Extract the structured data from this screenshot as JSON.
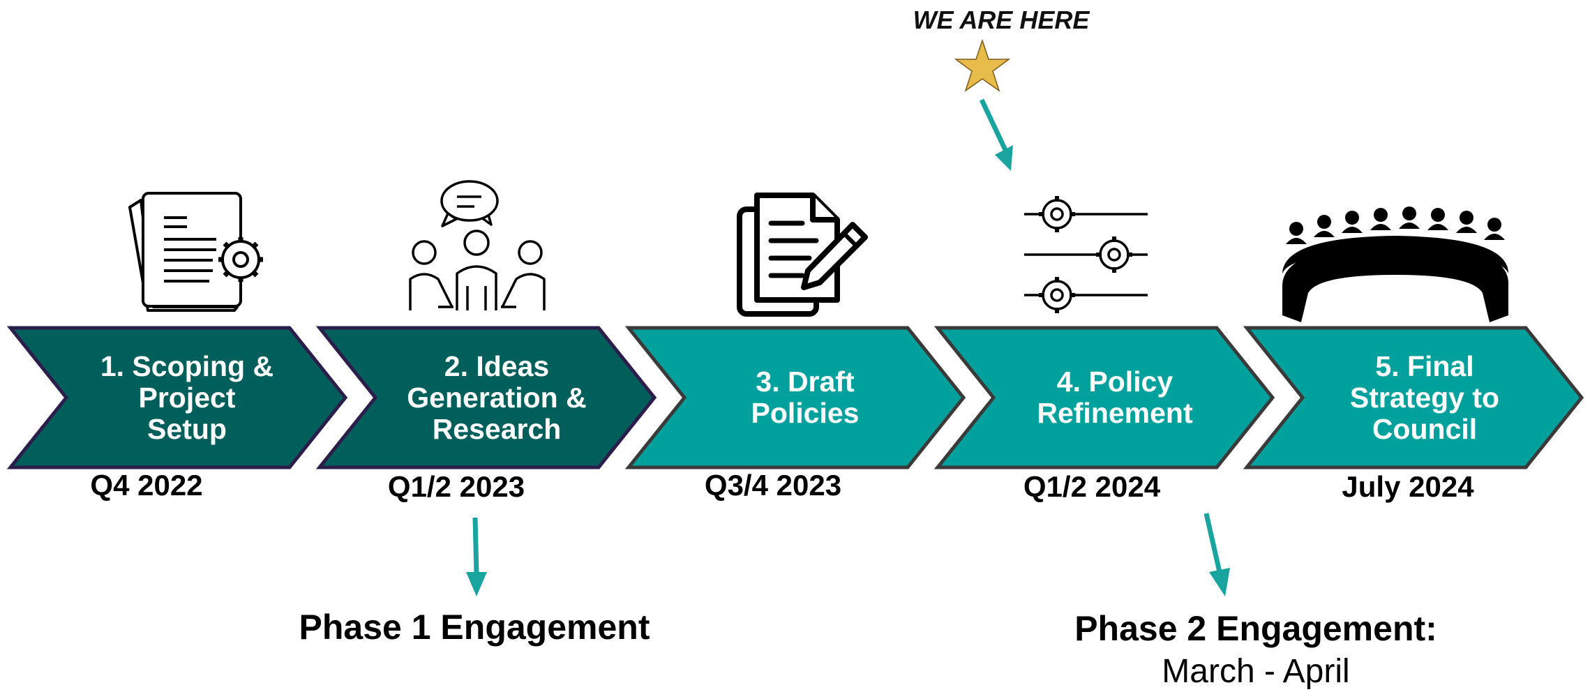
{
  "marker": {
    "label": "WE ARE HERE",
    "star_color": "#E8BC4A"
  },
  "colors": {
    "dark_teal": "#005F5A",
    "teal": "#00A19C",
    "border": "#3A3A3A",
    "dark_border": "#2B1E4A",
    "arrow": "#1AA4A0"
  },
  "steps": [
    {
      "label": "1. Scoping &\nProject\nSetup",
      "date": "Q4 2022",
      "icon": "document-gear-icon",
      "status": "complete"
    },
    {
      "label": "2. Ideas\nGeneration &\nResearch",
      "date": "Q1/2 2023",
      "icon": "discussion-group-icon",
      "status": "complete"
    },
    {
      "label": "3. Draft\nPolicies",
      "date": "Q3/4 2023",
      "icon": "document-pen-icon",
      "status": "upcoming"
    },
    {
      "label": "4. Policy\nRefinement",
      "date": "Q1/2 2024",
      "icon": "gear-sliders-icon",
      "status": "current"
    },
    {
      "label": "5. Final\nStrategy to\nCouncil",
      "date": "July 2024",
      "icon": "council-chamber-icon",
      "status": "upcoming"
    }
  ],
  "phases": [
    {
      "title": "Phase 1 Engagement",
      "subtitle": ""
    },
    {
      "title": "Phase 2 Engagement:",
      "subtitle": "March - April"
    }
  ]
}
